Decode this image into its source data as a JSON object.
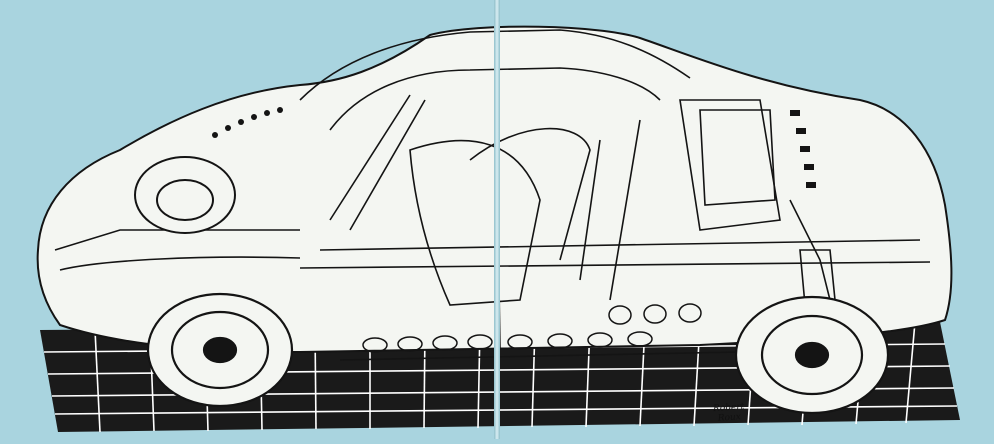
{
  "illustration": {
    "subject": "cutaway-car",
    "colors": {
      "background": "#a9d4df",
      "ink": "#141414",
      "paper": "#f4f6f2",
      "floor_dark": "#1a1a1a",
      "floor_grid": "#ffffff"
    },
    "signature_lines": [
      "Robert",
      "Roux"
    ]
  }
}
